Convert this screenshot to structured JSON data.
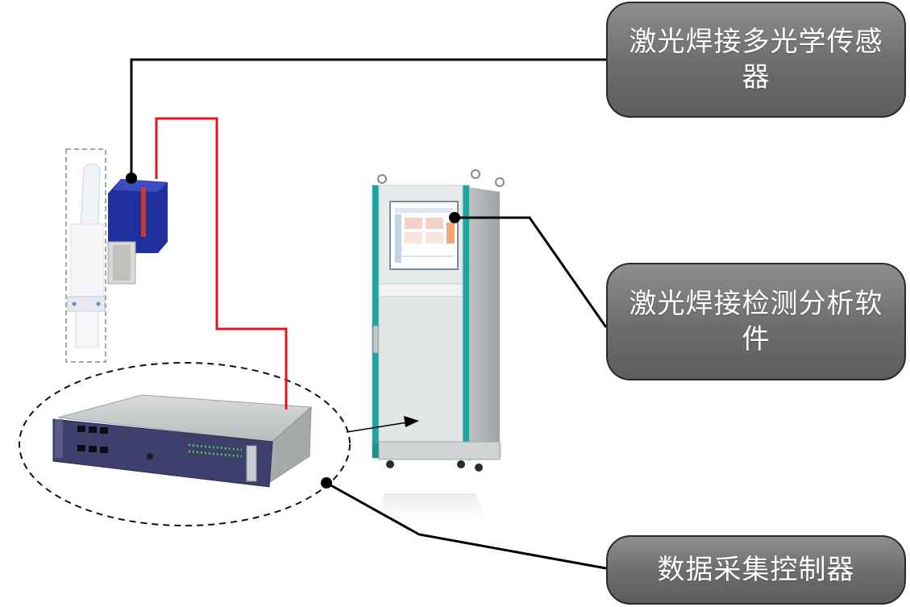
{
  "callouts": {
    "sensor": "激光焊接多光学传感器",
    "software": "激光焊接检测分析软件",
    "controller": "数据采集控制器"
  },
  "colors": {
    "connector_line": "#000000",
    "signal_line": "#e8141a",
    "callout_fill": "#777777",
    "sensor_blue": "#1f2f9c",
    "cabinet_teal": "#1aa6a0",
    "controller_purple": "#3f3f6e"
  }
}
